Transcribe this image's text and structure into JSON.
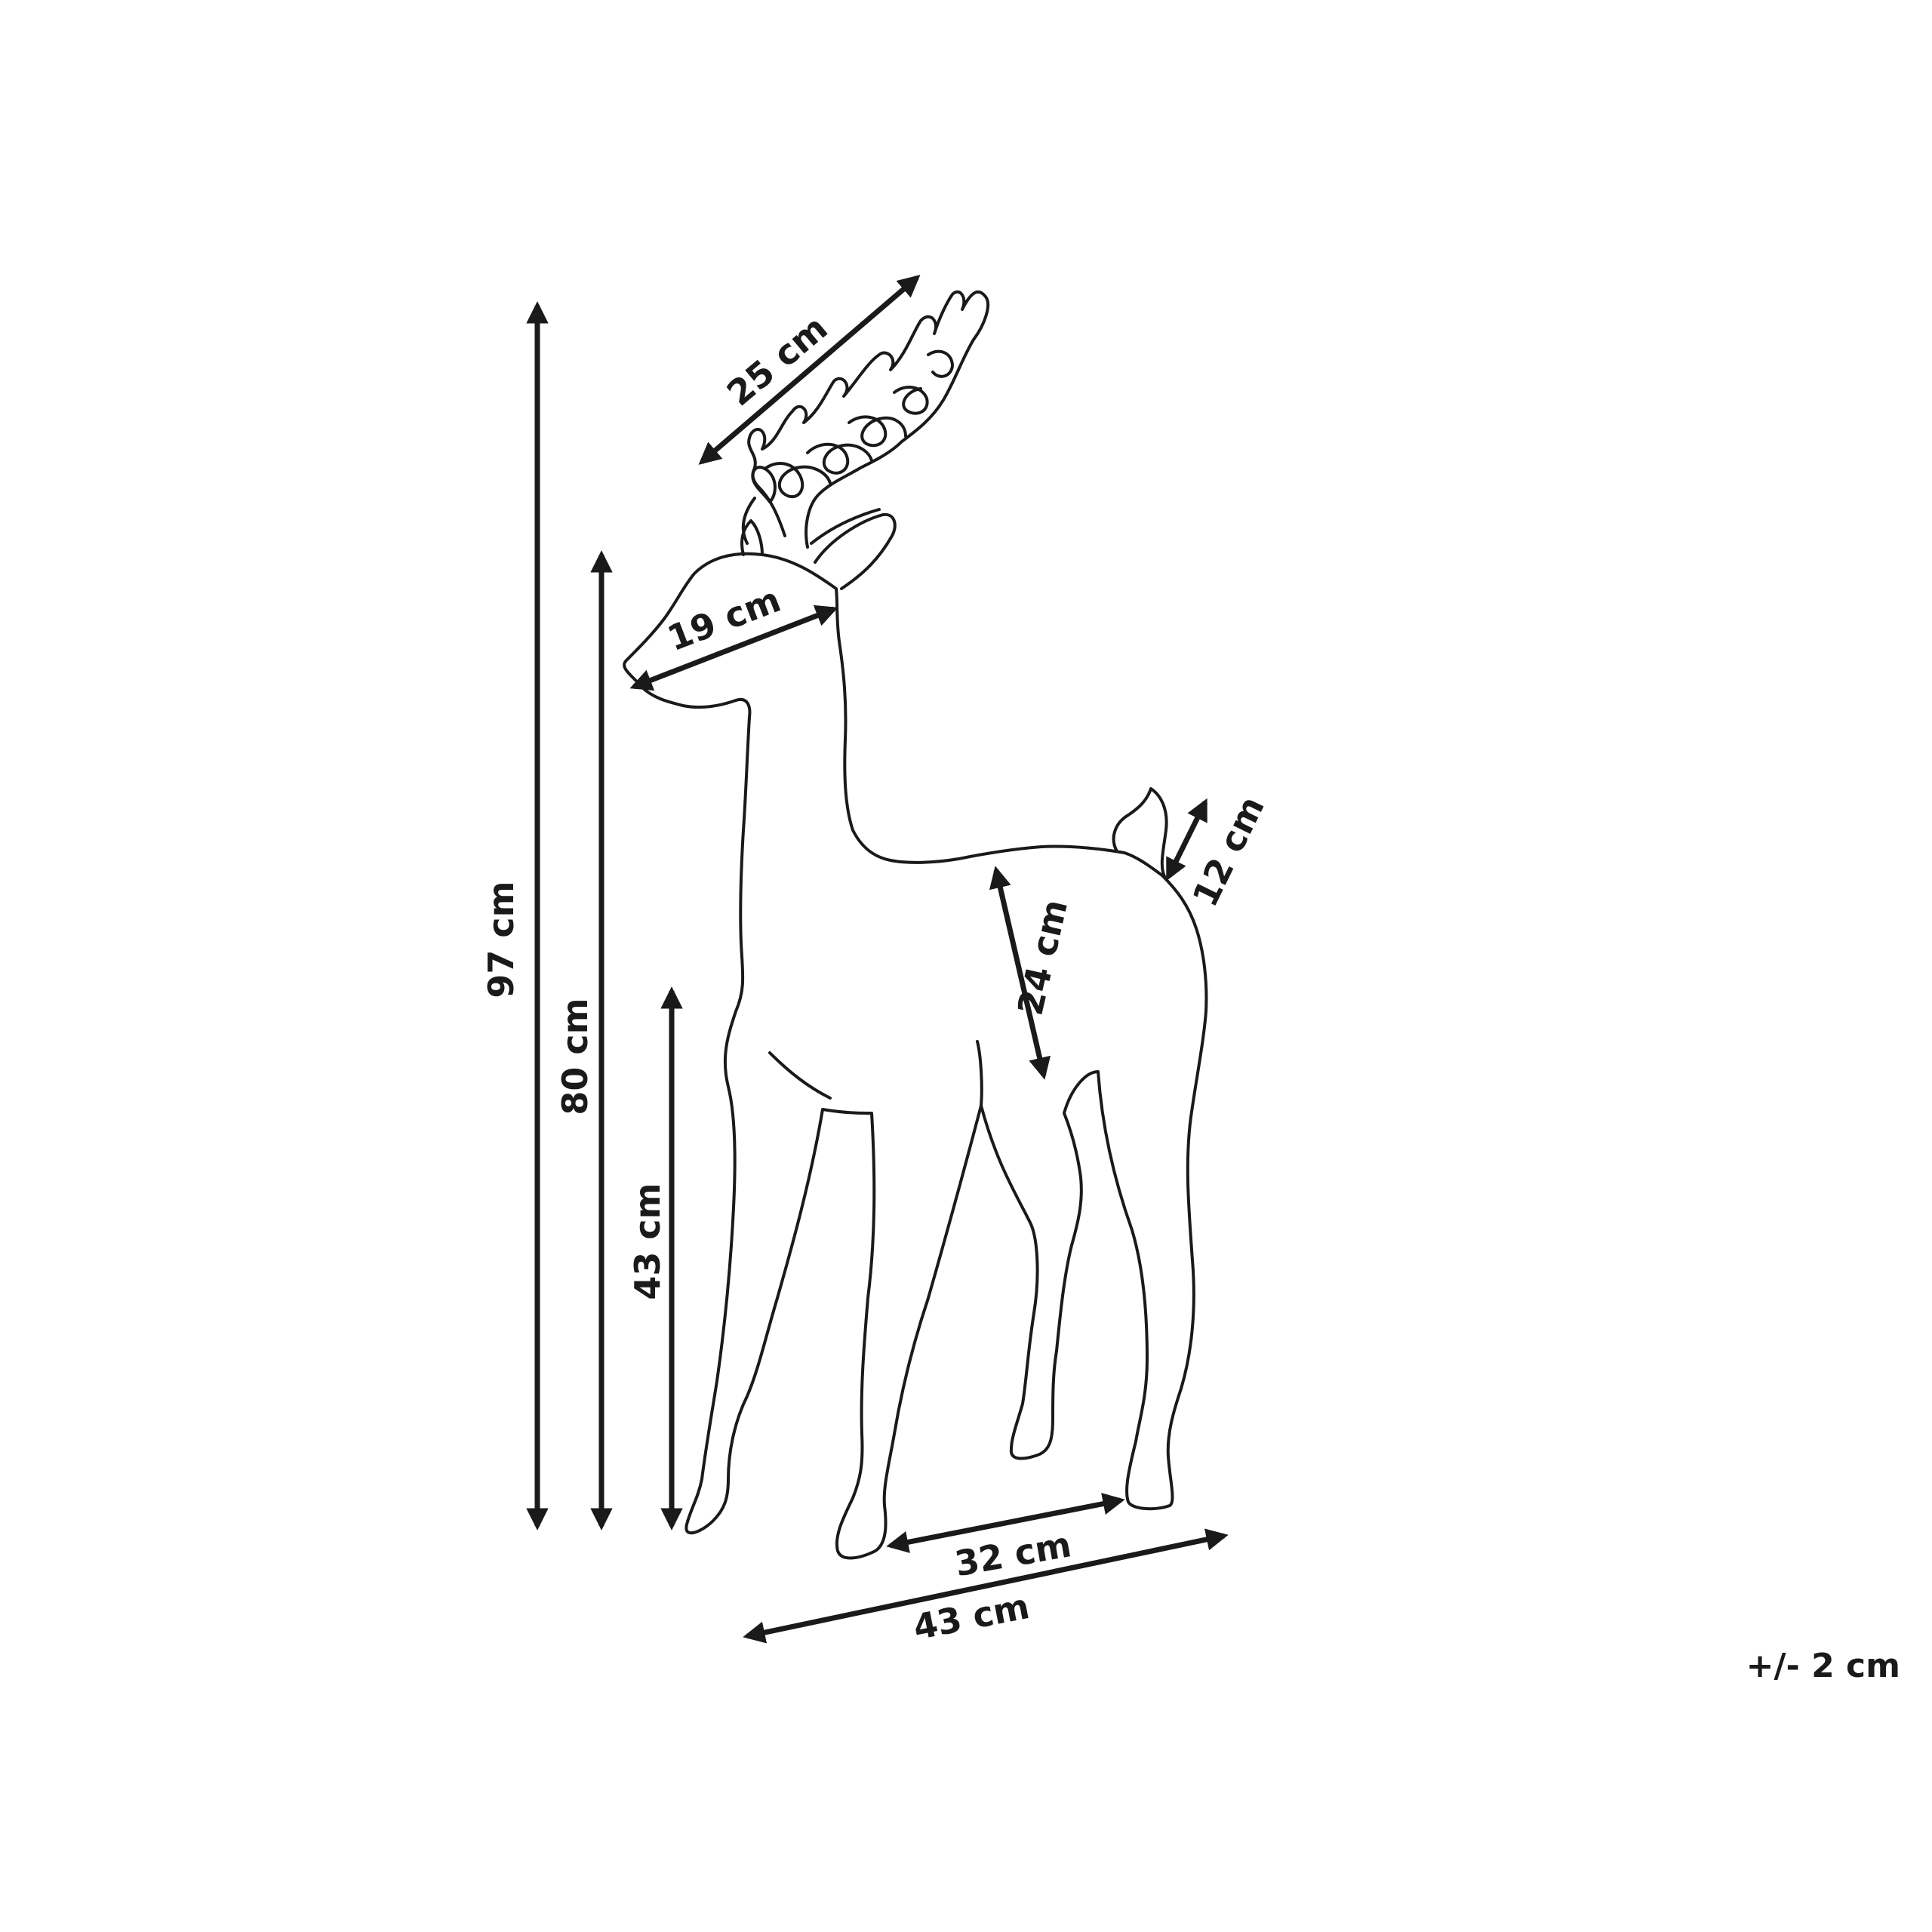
{
  "dimensions": {
    "total_height": "97 cm",
    "head_height": "80 cm",
    "body_height": "43 cm",
    "antler_width": "25 cm",
    "head_length": "19 cm",
    "tail_height": "12 cm",
    "body_depth": "24 cm",
    "leg_span": "32 cm",
    "total_length": "43 cm"
  },
  "tolerance": "+/- 2 cm",
  "colors": {
    "line": "#1a1a1a",
    "background": "#ffffff"
  }
}
